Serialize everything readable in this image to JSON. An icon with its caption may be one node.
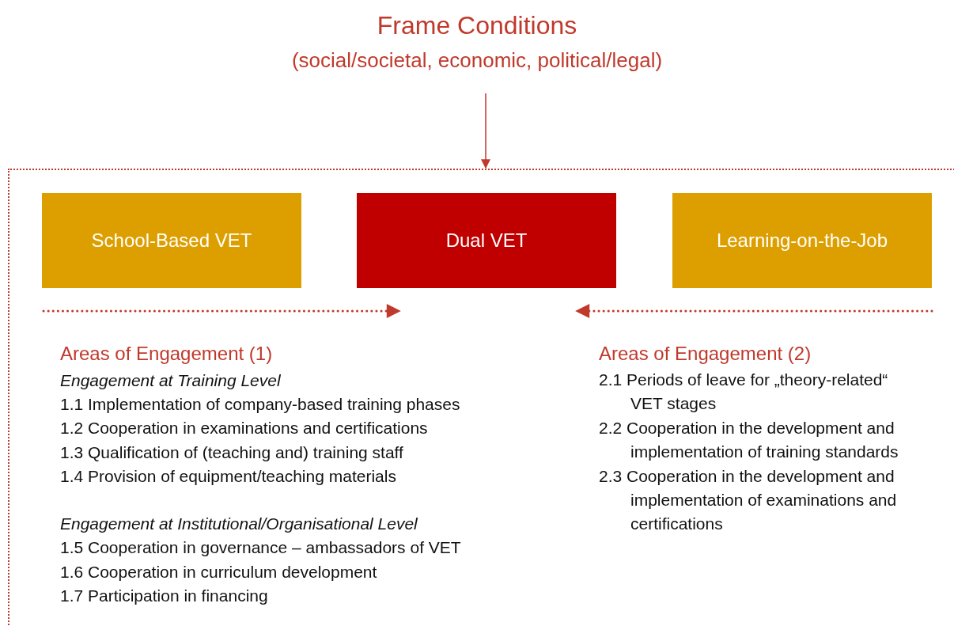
{
  "diagram": {
    "nodes": [
      {
        "text": [
          "Frame Conditions",
          "(social/societal, economic, political/legal)"
        ]
      },
      {
        "text": [],
        "shape": "box"
      },
      {
        "text": [
          "School-Based VET"
        ],
        "in": 1
      },
      {
        "text": [
          "Dual VET"
        ],
        "in": 1
      },
      {
        "text": [
          "Learning-on-the-Job"
        ],
        "in": 1
      }
    ],
    "edges": [
      {
        "from": 0,
        "to": 1,
        "arrow": "to"
      },
      {
        "from": 2,
        "to": 3,
        "arrow": "to",
        "style": "dashed"
      },
      {
        "from": 4,
        "to": 3,
        "arrow": "to",
        "style": "dashed"
      }
    ],
    "labels": [
      "Areas of Engagement (1)",
      "Engagement at Training Level",
      "1.1 Implementation of company-based training phases",
      "1.2 Cooperation in examinations and certifications",
      "1.3 Qualification of (teaching and) training staff",
      "1.4 Provision of equipment/teaching materials",
      "Engagement at Institutional/Organisational Level",
      "1.5 Cooperation in governance – ambassadors of VET",
      "1.6 Cooperation in curriculum development",
      "1.7 Participation in financing",
      "Areas of Engagement (2)",
      "2.1 Periods of leave for „theory-related“ VET stages",
      "2.2 Cooperation in the development and implementation of training standards",
      "2.3 Cooperation in the development and implementation of examinations and certifications"
    ]
  }
}
